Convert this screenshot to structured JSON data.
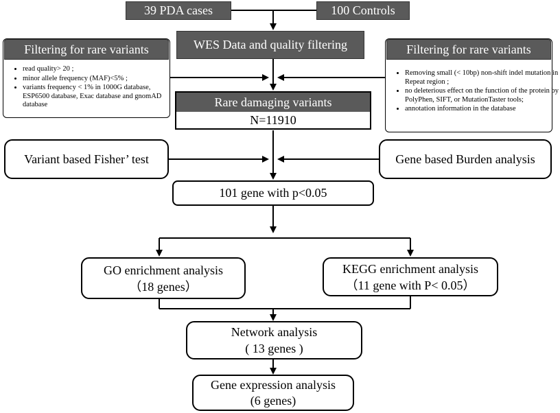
{
  "inputs": {
    "cases": "39 PDA cases",
    "controls": "100 Controls"
  },
  "wes": "WES Data and quality filtering",
  "left_filter": {
    "title": "Filtering for rare variants",
    "items": [
      "read quality> 20 ;",
      "minor allele frequency (MAF)<5% ;",
      "variants frequency < 1% in 1000G database, ESP6500 database, Exac database and gnomAD database"
    ]
  },
  "right_filter": {
    "title": "Filtering for rare variants",
    "items": [
      "Removing small (< 10bp) non-shift indel mutation in Repeat region ;",
      "no deleterious effect on the function of the protein by PolyPhen, SIFT, or MutationTaster tools;",
      "annotation information in the database"
    ]
  },
  "rare": {
    "title": "Rare damaging variants",
    "count": "N=11910"
  },
  "fisher": "Variant based Fisher’ test",
  "burden": "Gene based Burden analysis",
  "genes101": "101 gene with p<0.05",
  "go": {
    "line1": "GO enrichment analysis",
    "line2": "（18 genes）"
  },
  "kegg": {
    "line1": "KEGG enrichment analysis",
    "line2": "（11 gene with P< 0.05）"
  },
  "network": {
    "line1": "Network analysis",
    "line2": "( 13 genes )"
  },
  "expression": {
    "line1": "Gene expression analysis",
    "line2": "(6 genes)"
  }
}
